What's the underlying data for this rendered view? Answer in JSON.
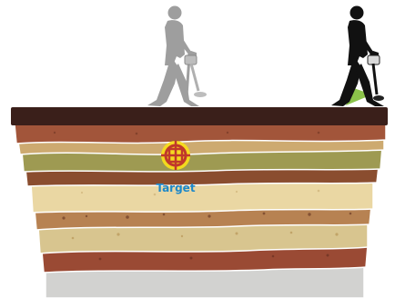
{
  "diagram": {
    "target_label": "Target",
    "colors": {
      "ground_top": "#3a1f1a",
      "silhouette_gray": "#9e9e9e",
      "silhouette_black": "#111111",
      "arrow_start": "#c0392b",
      "arrow_mid": "#e6c14a",
      "arrow_end": "#8bc34a",
      "target_ring": "#c0392b",
      "target_fill": "#f7dc1b",
      "label_color": "#1e88c8"
    },
    "layers": [
      {
        "name": "topsoil-red",
        "color": "#a2553a"
      },
      {
        "name": "tan",
        "color": "#cdaa70"
      },
      {
        "name": "olive",
        "color": "#9e9a52"
      },
      {
        "name": "brown",
        "color": "#8a4d2f"
      },
      {
        "name": "sand",
        "color": "#ead7a3"
      },
      {
        "name": "light-brown",
        "color": "#b78252"
      },
      {
        "name": "beige",
        "color": "#d8c58f"
      },
      {
        "name": "reddish",
        "color": "#9a4a34"
      },
      {
        "name": "gray",
        "color": "#d2d2d0"
      }
    ]
  }
}
